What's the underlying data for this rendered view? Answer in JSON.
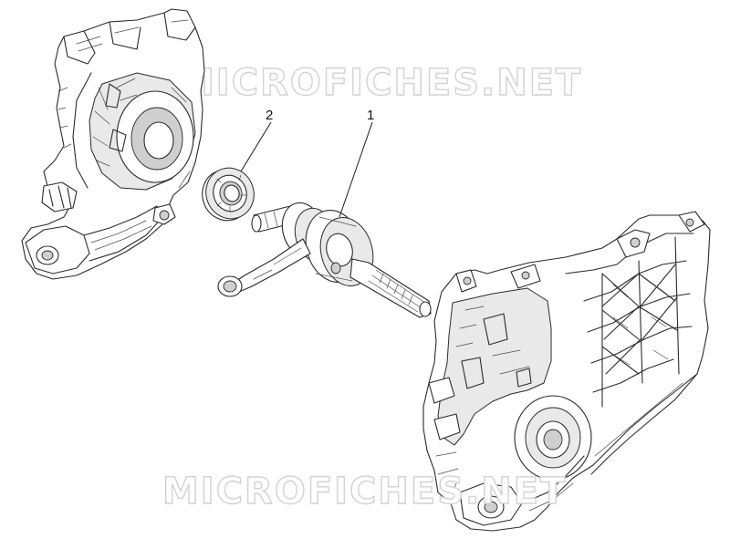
{
  "callouts": [
    {
      "number": "2",
      "part": "bearing"
    },
    {
      "number": "1",
      "part": "crankshaft"
    }
  ],
  "watermark": {
    "top": "MICROFICHES.NET",
    "bottom": "MICROFICHES.NET"
  },
  "colors": {
    "line": "#2b2b2b",
    "watermark": "#d2d2d2",
    "background": "#ffffff"
  }
}
